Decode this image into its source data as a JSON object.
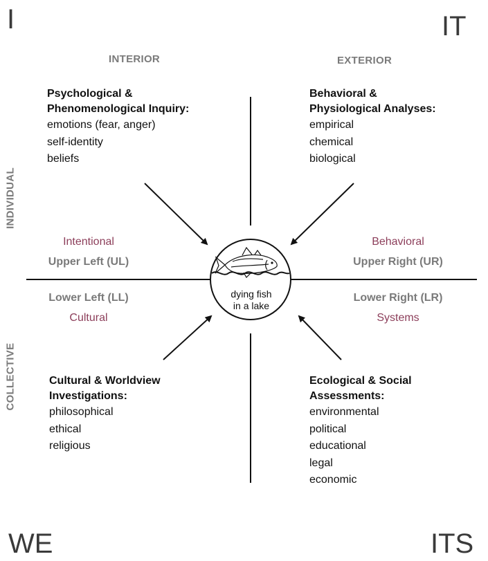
{
  "corners": {
    "top_left": "I",
    "top_right": "IT",
    "bottom_left": "WE",
    "bottom_right": "ITS"
  },
  "headers": {
    "interior": "INTERIOR",
    "exterior": "EXTERIOR",
    "individual": "INDIVIDUAL",
    "collective": "COLLECTIVE"
  },
  "quadrants": {
    "ul": {
      "title_line1": "Psychological &",
      "title_line2": "Phenomenological Inquiry:",
      "items": [
        "emotions (fear, anger)",
        "self-identity",
        "beliefs"
      ],
      "perspective": "Intentional",
      "name": "Upper Left (UL)"
    },
    "ur": {
      "title_line1": "Behavioral &",
      "title_line2": "Physiological Analyses:",
      "items": [
        "empirical",
        "chemical",
        "biological"
      ],
      "perspective": "Behavioral",
      "name": "Upper Right (UR)"
    },
    "ll": {
      "title_line1": "Cultural & Worldview",
      "title_line2": "Investigations:",
      "items": [
        "philosophical",
        "ethical",
        "religious"
      ],
      "perspective": "Cultural",
      "name": "Lower Left (LL)"
    },
    "lr": {
      "title_line1": "Ecological & Social",
      "title_line2": "Assessments:",
      "items": [
        "environmental",
        "political",
        "educational",
        "legal",
        "economic"
      ],
      "perspective": "Systems",
      "name": "Lower Right (LR)"
    }
  },
  "center": {
    "line1": "dying fish",
    "line2": "in a lake",
    "icon": "fish-icon"
  },
  "colors": {
    "accent": "#8c3e5a",
    "muted": "#7a7a7a",
    "ink": "#111111"
  }
}
